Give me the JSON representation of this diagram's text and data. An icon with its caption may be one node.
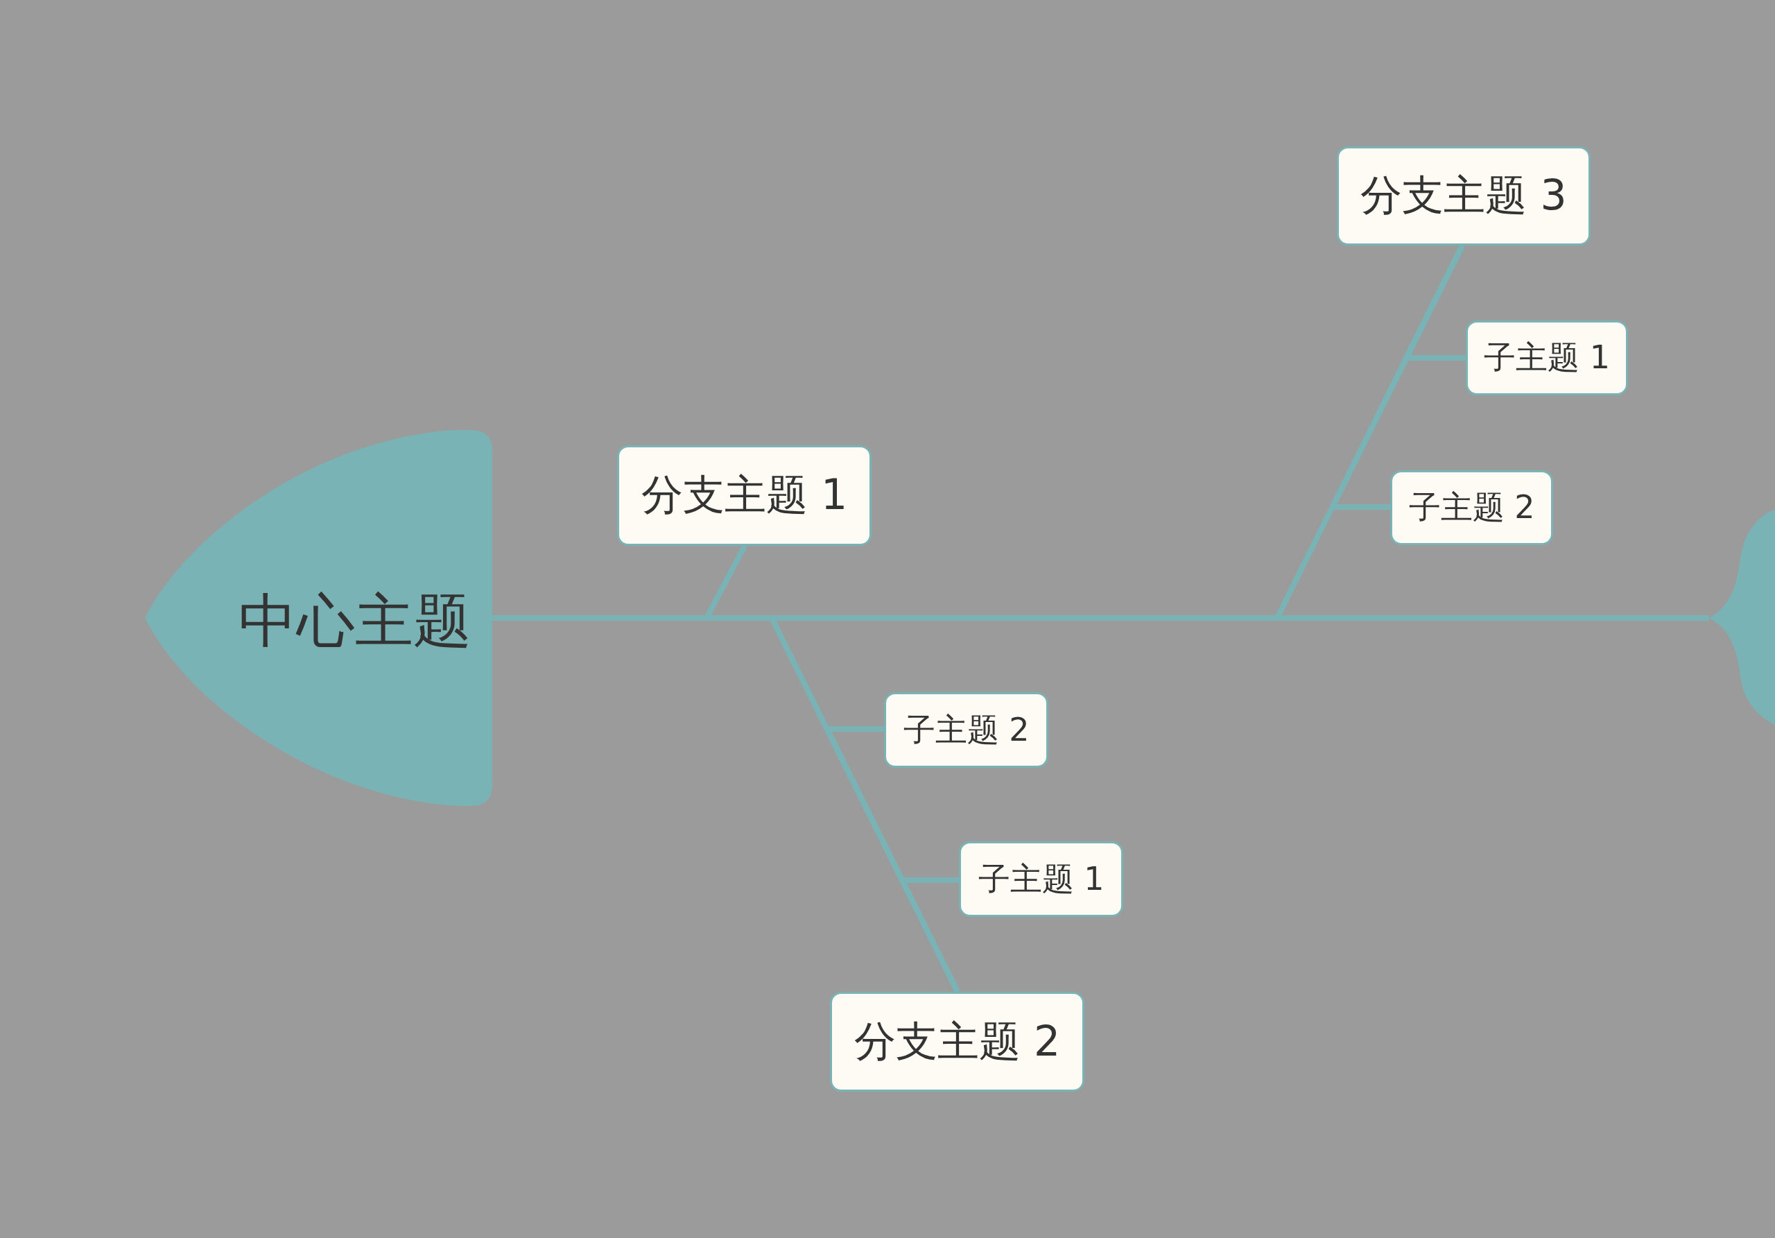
{
  "diagram": {
    "nodes": [
      {
        "text": [
          "中心主题"
        ]
      },
      {
        "text": [
          "分支主题 1"
        ]
      },
      {
        "text": [
          "分支主题 2"
        ]
      },
      {
        "text": [
          "子主题 2"
        ]
      },
      {
        "text": [
          "子主题 1"
        ]
      },
      {
        "text": [
          "分支主题 3"
        ]
      },
      {
        "text": [
          "子主题 1"
        ]
      },
      {
        "text": [
          "子主题 2"
        ]
      },
      {
        "text": [],
        "shape": "tail"
      }
    ],
    "edges": [
      {
        "from": 0,
        "to": 8,
        "arrow": "none"
      },
      {
        "from": 0,
        "to": 1,
        "arrow": "none"
      },
      {
        "from": 0,
        "to": 2,
        "arrow": "none"
      },
      {
        "from": 2,
        "to": 3,
        "arrow": "none"
      },
      {
        "from": 2,
        "to": 4,
        "arrow": "none"
      },
      {
        "from": 0,
        "to": 5,
        "arrow": "none"
      },
      {
        "from": 5,
        "to": 6,
        "arrow": "none"
      },
      {
        "from": 5,
        "to": 7,
        "arrow": "none"
      }
    ]
  }
}
